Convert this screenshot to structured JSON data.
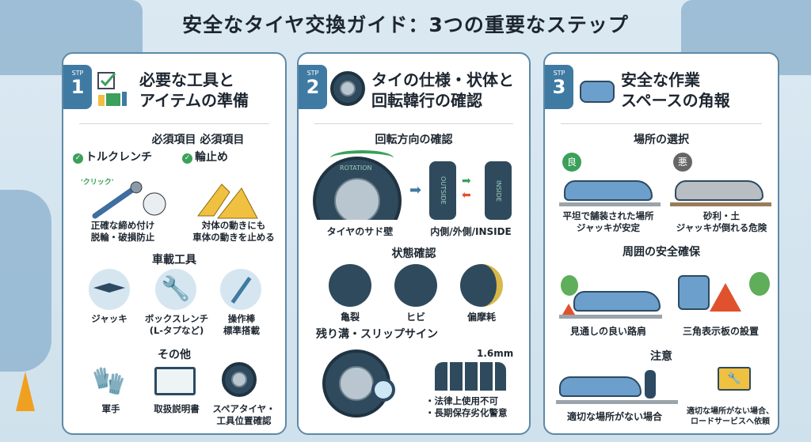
{
  "title": "安全なタイヤ交換ガイド：3つの重要なステップ",
  "colors": {
    "accent": "#3f7aa3",
    "good": "#3aa05a",
    "bad": "#666666",
    "warning": "#e0522d"
  },
  "steps": [
    {
      "badge_label": "STP",
      "number": "1",
      "title_line1": "必要な工具と",
      "title_line2": "アイテムの準備",
      "required_header": "必須項目  必須項目",
      "required": [
        {
          "name": "トルクレンチ",
          "note": "'クリック'",
          "desc1": "正確な締め付け",
          "desc2": "脱輪・破損防止"
        },
        {
          "name": "輪止め",
          "desc1": "対体の動きにも",
          "desc2": "車体の動きを止める"
        }
      ],
      "onboard_header": "車載工具",
      "onboard": [
        {
          "l1": "ジャッキ",
          "l2": ""
        },
        {
          "l1": "ボックスレンチ",
          "l2": "(L-タプなど)"
        },
        {
          "l1": "操作棒",
          "l2": "標準搭載"
        }
      ],
      "other_header": "その他",
      "other": [
        {
          "l1": "軍手",
          "l2": ""
        },
        {
          "l1": "取扱説明書",
          "l2": ""
        },
        {
          "l1": "スペアタイヤ・",
          "l2": "工具位置確認"
        }
      ]
    },
    {
      "badge_label": "STP",
      "number": "2",
      "title_line1": "タイの仕様・状体と",
      "title_line2": "回転韓行の確認",
      "rotation_header": "回転方向の確認",
      "rotation_text": "ROTATION",
      "outside_text": "OUTSIDE",
      "inside_text": "INSIDE",
      "sidewall_label": "タイヤのサド壁",
      "inout_label": "内側/外側/INSIDE",
      "condition_header": "状態確認",
      "conditions": [
        "亀裂",
        "ヒビ",
        "偏摩耗"
      ],
      "tread_header": "残り溝・スリップサイン",
      "tread_depth": "1.6mm",
      "tread_notes": [
        "・法律上使用不可",
        "・長期保存劣化警意"
      ]
    },
    {
      "badge_label": "STP",
      "number": "3",
      "title_line1": "安全な作業",
      "title_line2": "スペースの角報",
      "location_header": "場所の選択",
      "good": {
        "badge": "良",
        "l1": "平坦で舗装された場所",
        "l2": "ジャッキが安定"
      },
      "bad": {
        "badge": "悪",
        "l1": "砂利・土",
        "l2": "ジャッキが倒れる危険"
      },
      "safety_header": "周囲の安全確保",
      "safety": [
        "見通しの良い路肩",
        "三角表示板の設置"
      ],
      "caution_header": "注意",
      "caution1": "適切な場所がない場合",
      "caution2_l1": "適切な場所がない場合、",
      "caution2_l2": "ロードサービスへ依頼"
    }
  ]
}
